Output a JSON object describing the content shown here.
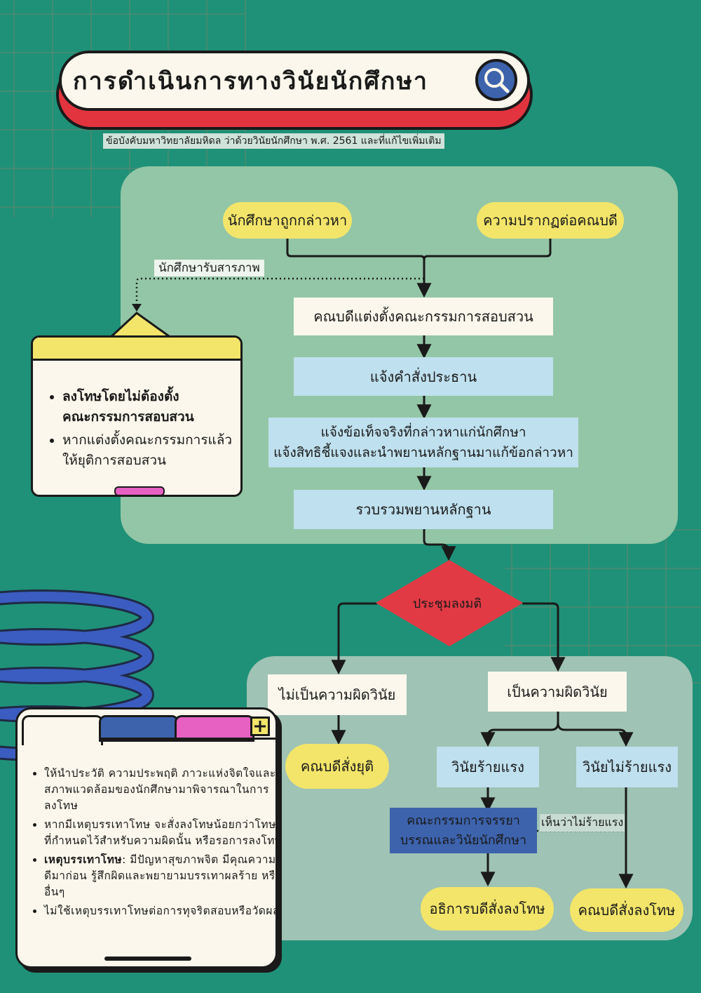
{
  "title": "การดำเนินการทางวินัยนักศึกษา",
  "subtitle": "ข้อบังคับมหาวิทยาลัยมหิดล ว่าด้วยวินัยนักศึกษา พ.ศ. 2561 และที่แก้ไขเพิ่มเติม",
  "nodes": {
    "student_accused": "นักศึกษาถูกกล่าวหา",
    "dean_evident": "ความปรากฏต่อคณบดี",
    "student_confess": "นักศึกษารับสารภาพ",
    "appoint_committee": "คณบดีแต่งตั้งคณะกรรมการสอบสวน",
    "notify_chair": "แจ้งคำสั่งประธาน",
    "notify_facts_line1": "แจ้งข้อเท็จจริงที่กล่าวหาแก่นักศึกษา",
    "notify_facts_line2": "แจ้งสิทธิชี้แจงและนำพยานหลักฐานมาแก้ข้อกล่าวหา",
    "collect_evidence": "รวบรวมพยานหลักฐาน",
    "meeting_resolution": "ประชุมลงมติ",
    "not_offense": "ไม่เป็นความผิดวินัย",
    "is_offense": "เป็นความผิดวินัย",
    "dean_terminate": "คณบดีสั่งยุติ",
    "serious": "วินัยร้ายแรง",
    "not_serious": "วินัยไม่ร้ายแรง",
    "ethics_committee_line1": "คณะกรรมการจรรยา",
    "ethics_committee_line2": "บรรณและวินัยนักศึกษา",
    "deemed_not_serious": "เห็นว่าไม่ร้ายแรง",
    "president_punish": "อธิการบดีสั่งลงโทษ",
    "dean_punish": "คณบดีสั่งลงโทษ"
  },
  "confess_note": {
    "bullets": [
      {
        "line1": "ลงโทษโดยไม่ต้องตั้ง",
        "line2": "คณะกรรมการสอบสวน"
      },
      {
        "line1": "หากแต่งตั้งคณะกรรมการแล้ว",
        "line2": "ให้ยุติการสอบสวน"
      }
    ]
  },
  "penalty_note": {
    "bullets": [
      {
        "bold": "",
        "text": "ให้นำประวัติ ความประพฤติ ภาวะแห่งจิตใจและสภาพแวดล้อมของนักศึกษามาพิจารณาในการลงโทษ"
      },
      {
        "bold": "",
        "text": "หากมีเหตุบรรเทาโทษ จะสั่งลงโทษน้อยกว่าโทษที่กำหนดไว้สำหรับความผิดนั้น หรือรอการลงโทษ"
      },
      {
        "bold": "เหตุบรรเทาโทษ",
        "text": ": มีปัญหาสุขภาพจิต มีคุณความดีมาก่อน รู้สึกผิดและพยายามบรรเทาผลร้าย หรืออื่นๆ"
      },
      {
        "bold": "",
        "text": "ไม่ใช้เหตุบรรเทาโทษต่อการทุจริตสอบหรือวัดผล"
      }
    ]
  },
  "colors": {
    "background": "#1f9178",
    "upper_panel": "#93c6a6",
    "lower_panel": "#9fc3b4",
    "yellow": "#f2e56a",
    "light_blue": "#bfe0ee",
    "dark_blue_box": "#3d63ad",
    "diamond_red": "#e23a44",
    "title_red": "#e2343f",
    "pink": "#e661c2"
  },
  "icons": {
    "title_icon": "search-icon",
    "tab_icon": "plus-icon"
  }
}
